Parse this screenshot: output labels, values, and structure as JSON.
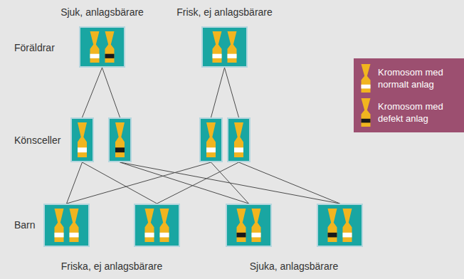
{
  "diagram": {
    "nodes": [
      {
        "text": [
          "Sjuk, anlagsbärare"
        ]
      },
      {
        "text": [
          "Frisk, ej anlagsbärare"
        ]
      },
      {
        "text": []
      },
      {
        "text": []
      },
      {
        "text": []
      },
      {
        "text": []
      },
      {
        "text": []
      },
      {
        "text": []
      },
      {
        "text": []
      },
      {
        "text": []
      }
    ],
    "edges": [
      {
        "from": 0,
        "to": 2,
        "arrow": "none"
      },
      {
        "from": 0,
        "to": 3,
        "arrow": "none"
      },
      {
        "from": 1,
        "to": 4,
        "arrow": "none"
      },
      {
        "from": 1,
        "to": 5,
        "arrow": "none"
      },
      {
        "from": 2,
        "to": 6,
        "arrow": "none"
      },
      {
        "from": 2,
        "to": 7,
        "arrow": "none"
      },
      {
        "from": 3,
        "to": 8,
        "arrow": "none"
      },
      {
        "from": 3,
        "to": 9,
        "arrow": "none"
      },
      {
        "from": 4,
        "to": 6,
        "arrow": "none"
      },
      {
        "from": 4,
        "to": 8,
        "arrow": "none"
      },
      {
        "from": 5,
        "to": 7,
        "arrow": "none"
      },
      {
        "from": 5,
        "to": 9,
        "arrow": "none"
      }
    ],
    "labels": [
      "Föräldrar",
      "Könsceller",
      "Barn",
      "Friska, ej anlagsbärare",
      "Sjuka, anlagsbärare"
    ],
    "legend": [
      {
        "text": "Kromosom med normalt anlag"
      },
      {
        "text": "Kromosom med defekt anlag"
      }
    ]
  }
}
